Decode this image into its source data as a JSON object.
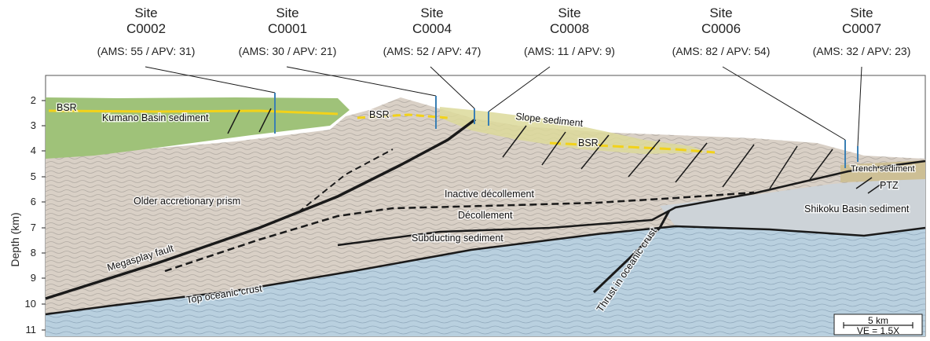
{
  "sites": [
    {
      "name": "Site",
      "id": "C0002",
      "ams_apv": "(AMS: 55 / APV: 31)"
    },
    {
      "name": "Site",
      "id": "C0001",
      "ams_apv": "(AMS: 30 / APV: 21)"
    },
    {
      "name": "Site",
      "id": "C0004",
      "ams_apv": "(AMS: 52 / APV: 47)"
    },
    {
      "name": "Site",
      "id": "C0008",
      "ams_apv": "(AMS: 11 / APV: 9)"
    },
    {
      "name": "Site",
      "id": "C0006",
      "ams_apv": "(AMS: 82 / APV: 54)"
    },
    {
      "name": "Site",
      "id": "C0007",
      "ams_apv": "(AMS: 32 / APV: 23)"
    }
  ],
  "axis": {
    "ylabel": "Depth (km)",
    "ticks": [
      "2",
      "3",
      "4",
      "5",
      "6",
      "7",
      "8",
      "9",
      "10",
      "11"
    ]
  },
  "labels": {
    "bsr_left": "BSR",
    "kumano": "Kumano Basin sediment",
    "bsr_mid": "BSR",
    "slope": "Slope sediment",
    "bsr_right": "BSR",
    "trench": "Trench sediment",
    "ptz": "PTZ",
    "older_prism": "Older accretionary prism",
    "inactive_decollement": "Inactive décollement",
    "decollement": "Décollement",
    "shikoku": "Shikoku Basin sediment",
    "subducting": "Subducting sediment",
    "megasplay": "Megasplay fault",
    "top_crust": "Top oceanic crust",
    "thrust": "Thrust in oceanic crust"
  },
  "scale": {
    "distance": "5 km",
    "ve": "VE = 1.5X"
  },
  "colors": {
    "prism": "#d9d0c6",
    "crust": "#b9d0df",
    "kumano_sediment": "#9fc279",
    "slope_sediment": "#dcd99a",
    "bsr_line": "#f2d21a",
    "site_line": "#3a7fb4",
    "fault": "#1a1a1a"
  }
}
